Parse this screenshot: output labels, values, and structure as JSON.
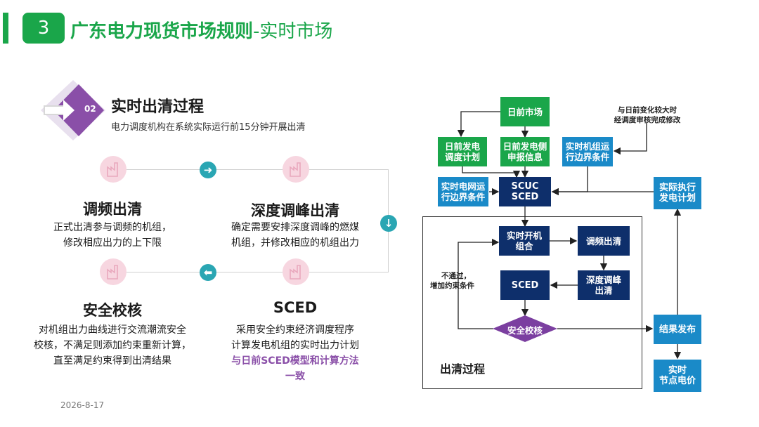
{
  "header": {
    "number": "3",
    "title_bold": "广东电力现货市场规则",
    "title_thin": "-实时市场"
  },
  "section": {
    "badge": "02",
    "title": "实时出清过程",
    "subtitle": "电力调度机构在系统实际运行前15分钟开展出清"
  },
  "steps": [
    {
      "title": "调频出清",
      "desc": [
        "正式出清参与调频的机组，",
        "修改相应出力的上下限"
      ]
    },
    {
      "title": "深度调峰出清",
      "desc": [
        "确定需要安排深度调峰的燃煤",
        "机组，并修改相应的机组出力"
      ]
    },
    {
      "title": "安全校核",
      "desc": [
        "对机组出力曲线进行交流潮流安全",
        "校核，不满足则添加约束重新计算，",
        "直至满足约束得到出清结果"
      ]
    },
    {
      "title": "SCED",
      "desc": [
        "采用安全约束经济调度程序",
        "计算发电机组的实时出力计划"
      ],
      "highlight": [
        "与日前SCED模型和计算方法",
        "一致"
      ]
    }
  ],
  "date": "2026-8-17",
  "diagram": {
    "day_ahead_market": "日前市场",
    "day_ahead_dispatch": [
      "日前发电",
      "调度计划"
    ],
    "day_ahead_gen_info": [
      "日前发电侧",
      "申报信息"
    ],
    "rt_unit_boundary": [
      "实时机组运",
      "行边界条件"
    ],
    "note_top": [
      "与日前变化较大时",
      "经调度审核完成修改"
    ],
    "rt_grid_boundary": [
      "实时电网运",
      "行边界条件"
    ],
    "scuc_sced": [
      "SCUC",
      "SCED"
    ],
    "actual_plan": [
      "实际执行",
      "发电计划"
    ],
    "rt_uc": [
      "实时开机",
      "组合"
    ],
    "freq_clear": "调频出清",
    "deep_peak": [
      "深度调峰",
      "出清"
    ],
    "sced": "SCED",
    "fail_note": [
      "不通过，",
      "增加约束条件"
    ],
    "security_check": "安全校核",
    "publish": "结果发布",
    "rt_price": [
      "实时",
      "节点电价"
    ],
    "frame_label": "出清过程"
  },
  "colors": {
    "green": "#1aa64a",
    "blue": "#1a8ac8",
    "navy": "#0e2f6b",
    "purple": "#8a4fa8",
    "teal": "#2aa6b3",
    "pink": "#f7d6e0"
  }
}
